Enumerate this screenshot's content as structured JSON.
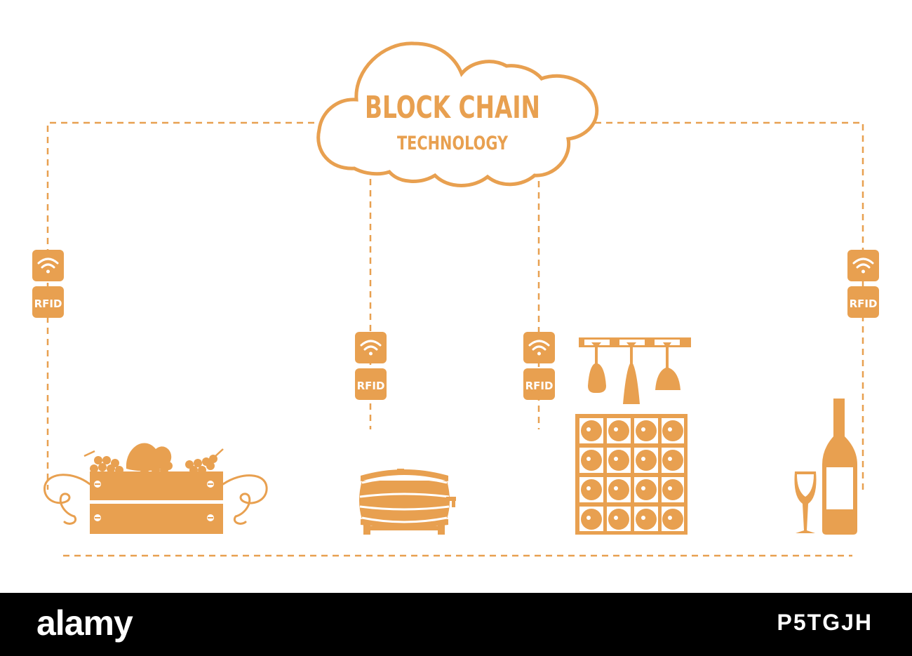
{
  "cloud": {
    "title": "BLOCK CHAIN",
    "subtitle": "TECHNOLOGY"
  },
  "rfid_tags": [
    {
      "label": "RFID"
    },
    {
      "label": "RFID"
    },
    {
      "label": "RFID"
    },
    {
      "label": "RFID"
    }
  ],
  "stages": [
    {
      "icon": "grape-crate-icon"
    },
    {
      "icon": "wine-barrel-icon"
    },
    {
      "icon": "wine-rack-icon"
    },
    {
      "icon": "wine-bottle-glass-icon"
    }
  ],
  "colors": {
    "accent": "#E8A050",
    "background": "#FFFFFF",
    "footer": "#000000",
    "footer_text": "#FFFFFF"
  },
  "footer": {
    "brand": "alamy",
    "image_code": "P5TGJH"
  }
}
